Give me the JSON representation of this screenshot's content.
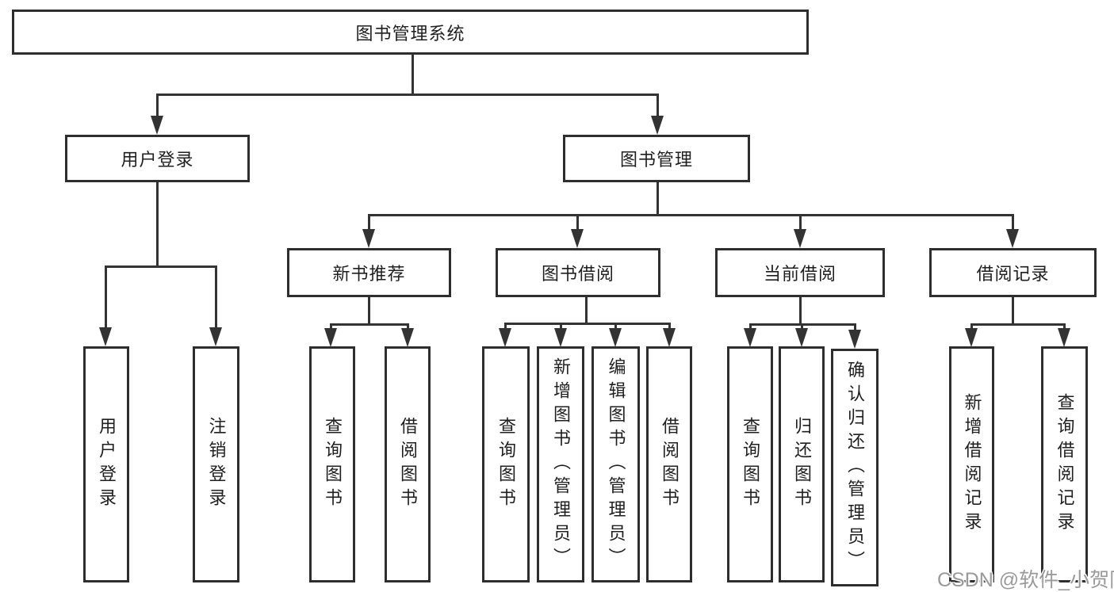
{
  "nodes": {
    "root": "图书管理系统",
    "level2": [
      "用户登录",
      "图书管理"
    ],
    "level3": [
      "新书推荐",
      "图书借阅",
      "当前借阅",
      "借阅记录"
    ],
    "login_leaves": [
      "用户登录",
      "注销登录"
    ],
    "recommend_leaves": [
      "查询图书",
      "借阅图书"
    ],
    "borrow_leaves": [
      "查询图书",
      "新增图书（管理员）",
      "编辑图书（管理员）",
      "借阅图书"
    ],
    "current_leaves": [
      "查询图书",
      "归还图书",
      "确认归还（管理员）"
    ],
    "record_leaves": [
      "新增借阅记录",
      "查询借阅记录"
    ]
  },
  "watermark": {
    "text": "CSDN @软件_小贺同学",
    "color": "#9a9a9a"
  },
  "colors": {
    "line": "#333333",
    "box_border": "#2e2e2e",
    "text": "#1f1f1f",
    "background": "#ffffff"
  }
}
